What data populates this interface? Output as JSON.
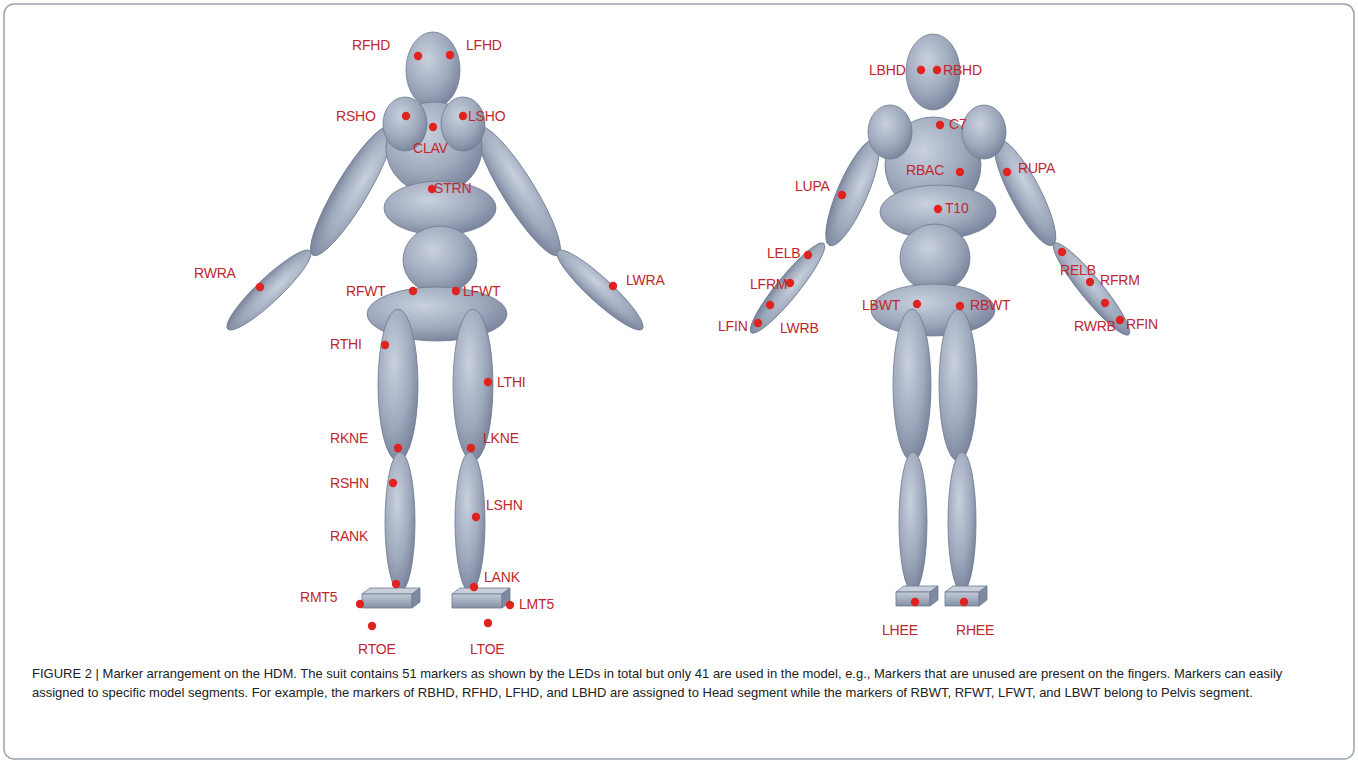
{
  "diagram": {
    "caption": "FIGURE 2 | Marker arrangement on the HDM. The suit contains 51 markers as shown by the LEDs in total but only 41 are used in the model, e.g., Markers that are unused are present on the fingers. Markers can easily assigned to specific model segments. For example, the markers of RBHD, RFHD, LFHD, and LBHD are assigned to Head segment while the markers of RBWT, RFWT, LFWT, and LBWT belong to Pelvis segment.",
    "labels": [
      "RFHD",
      "LFHD",
      "RSHO",
      "LSHO",
      "CLAV",
      "STRN",
      "RWRA",
      "LWRA",
      "RFWT",
      "LFWT",
      "RTHI",
      "LTHI",
      "RKNE",
      "LKNE",
      "RSHN",
      "LSHN",
      "RANK",
      "LANK",
      "RMT5",
      "LMT5",
      "RTOE",
      "LTOE",
      "LBHD",
      "RBHD",
      "C7",
      "RBAC",
      "LUPA",
      "RUPA",
      "T10",
      "LELB",
      "RELB",
      "LFRM",
      "RFRM",
      "LFIN",
      "LWRB",
      "RWRB",
      "RFIN",
      "LBWT",
      "RBWT",
      "LHEE",
      "RHEE"
    ]
  }
}
